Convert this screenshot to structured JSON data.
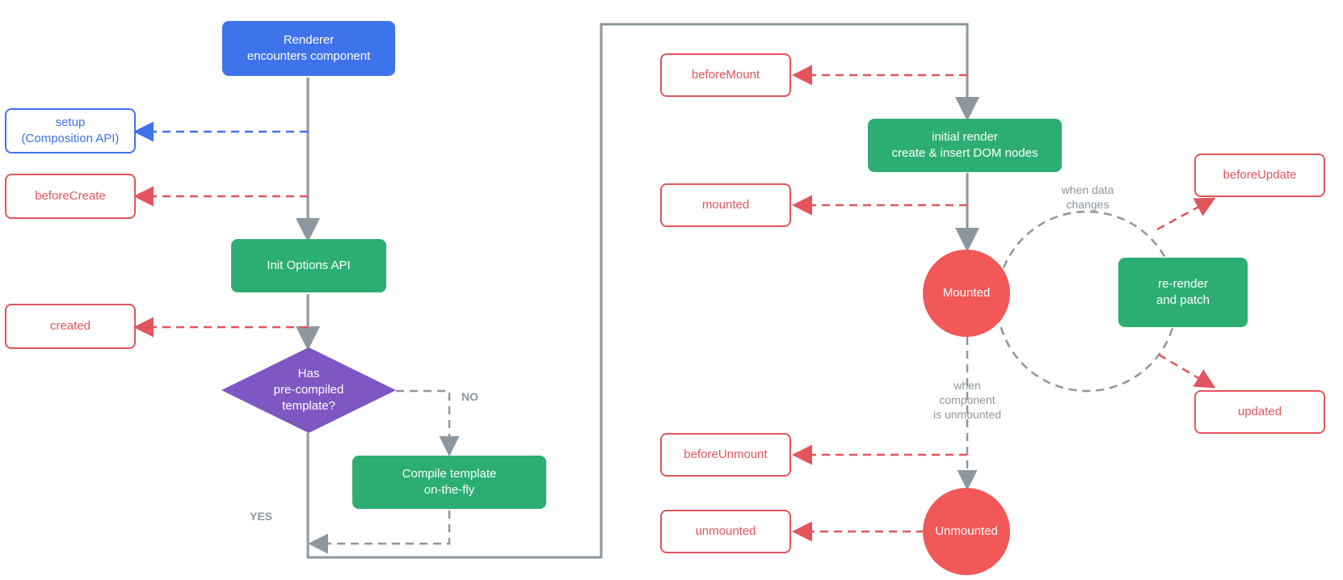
{
  "diagram": {
    "nodes": {
      "renderer": "Renderer\nencounters component",
      "setup": "setup\n(Composition API)",
      "before_create": "beforeCreate",
      "init_options": "Init Options API",
      "created": "created",
      "decision": "Has\npre-compiled\ntemplate?",
      "compile_template": "Compile template\non-the-fly",
      "before_mount": "beforeMount",
      "initial_render": "initial render\ncreate & insert DOM nodes",
      "mounted_hook": "mounted",
      "mounted_state": "Mounted",
      "before_update": "beforeUpdate",
      "rerender": "re-render\nand patch",
      "updated": "updated",
      "before_unmount": "beforeUnmount",
      "unmounted_hook": "unmounted",
      "unmounted_state": "Unmounted"
    },
    "labels": {
      "no": "NO",
      "yes": "YES",
      "when_data_changes": "when data\nchanges",
      "when_component_unmounted": "when\ncomponent\nis unmounted"
    },
    "colors": {
      "blue": "#3f73ec",
      "green": "#2cae72",
      "red": "#e2555d",
      "purple": "#7e57c2",
      "gray": "#8c979f"
    }
  }
}
